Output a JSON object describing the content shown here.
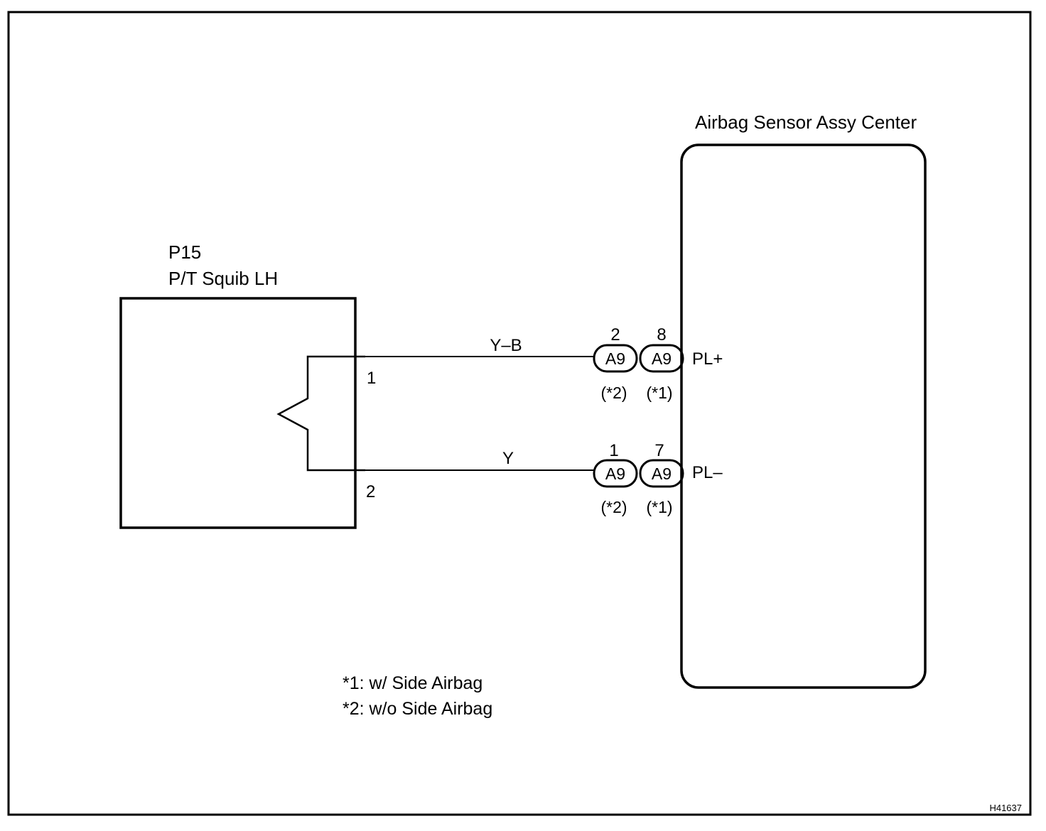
{
  "component_left": {
    "code": "P15",
    "name": "P/T Squib LH",
    "pin_top": "1",
    "pin_bottom": "2"
  },
  "component_right": {
    "name": "Airbag Sensor Assy Center",
    "terminal_top": "PL+",
    "terminal_bottom": "PL–"
  },
  "wires": {
    "top_color": "Y–B",
    "bottom_color": "Y"
  },
  "connectors": {
    "top": {
      "left": {
        "pin": "2",
        "code": "A9",
        "note": "(*2)"
      },
      "right": {
        "pin": "8",
        "code": "A9",
        "note": "(*1)"
      }
    },
    "bottom": {
      "left": {
        "pin": "1",
        "code": "A9",
        "note": "(*2)"
      },
      "right": {
        "pin": "7",
        "code": "A9",
        "note": "(*1)"
      }
    }
  },
  "notes": {
    "line1": "*1: w/ Side Airbag",
    "line2": "*2: w/o Side Airbag"
  },
  "figure_id": "H41637"
}
